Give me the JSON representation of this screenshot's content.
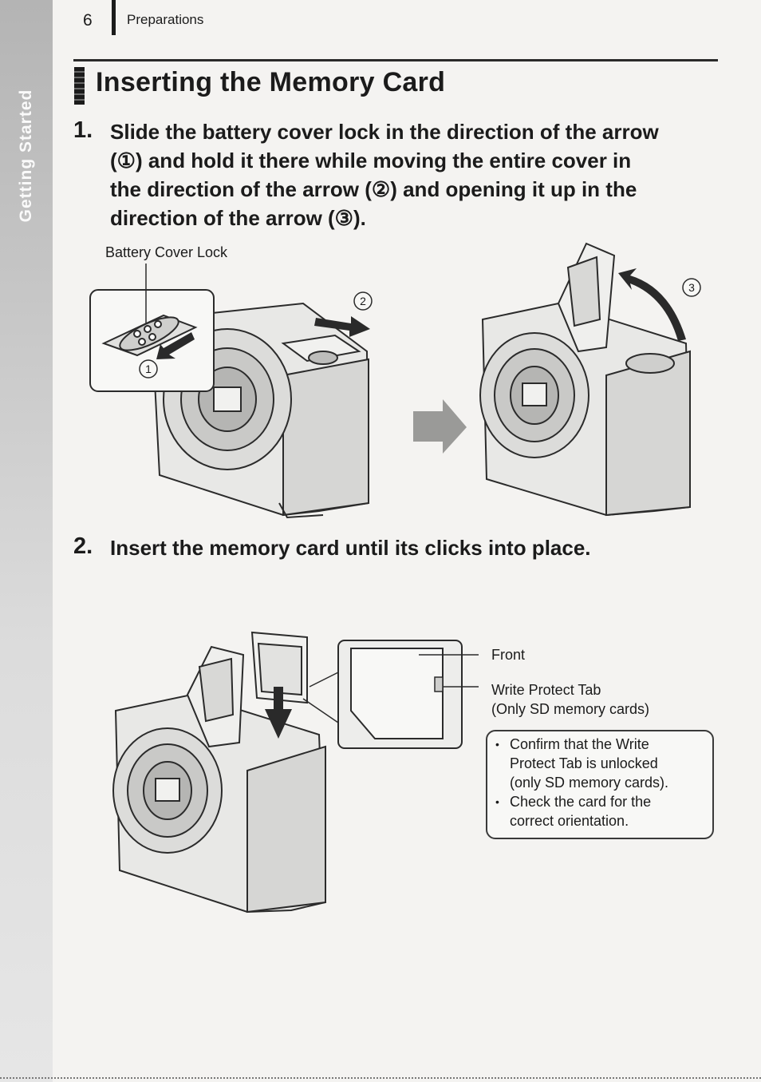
{
  "side_tab": {
    "label": "Getting Started"
  },
  "header": {
    "page_number": "6",
    "section": "Preparations"
  },
  "title": "Inserting the Memory Card",
  "steps": [
    {
      "number": "1.",
      "text_lines": [
        "Slide the battery cover lock in the direction of the arrow",
        "(①) and hold it there while moving the entire cover in",
        "the direction of the arrow (②) and opening it up in the",
        "direction of the arrow (③)."
      ]
    },
    {
      "number": "2.",
      "text": "Insert the memory card until its clicks into place."
    }
  ],
  "figure1": {
    "battery_cover_lock_label": "Battery Cover Lock",
    "markers": [
      "①",
      "②",
      "③"
    ]
  },
  "figure2": {
    "front_label": "Front",
    "write_protect_label": "Write Protect Tab",
    "write_protect_note": "(Only SD memory cards)",
    "notes": [
      [
        "Confirm that the Write",
        "Protect Tab is unlocked",
        "(only SD memory cards)."
      ],
      [
        "Check the card for the",
        "correct orientation."
      ]
    ]
  },
  "colors": {
    "side_tab": "#c8c8c8",
    "text": "#1b1b1b",
    "page": "#f4f3f1"
  }
}
